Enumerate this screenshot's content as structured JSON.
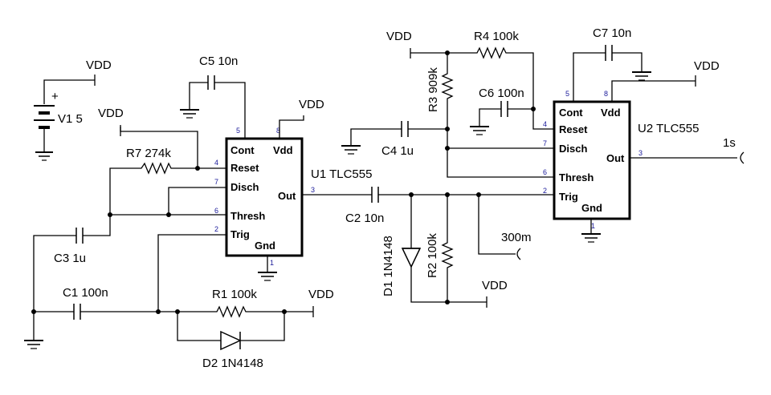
{
  "supply": {
    "vdd": "VDD",
    "vsrc": "V1 5"
  },
  "components": {
    "r1": "R1 100k",
    "r2": "R2 100k",
    "r3": "R3 909k",
    "r4": "R4 100k",
    "r7": "R7 274k",
    "c1": "C1 100n",
    "c2": "C2 10n",
    "c3": "C3 1u",
    "c4": "C4 1u",
    "c5": "C5 10n",
    "c6": "C6 100n",
    "c7": "C7 10n",
    "d1": "D1 1N4148",
    "d2": "D2 1N4148",
    "u1": "U1 TLC555",
    "u2": "U2 TLC555"
  },
  "chip_pins": {
    "cont": "Cont",
    "vdd": "Vdd",
    "reset": "Reset",
    "disch": "Disch",
    "thresh": "Thresh",
    "out": "Out",
    "trig": "Trig",
    "gnd": "Gnd"
  },
  "pin_numbers": {
    "p1": "1",
    "p2": "2",
    "p3": "3",
    "p4": "4",
    "p5": "5",
    "p6": "6",
    "p7": "7",
    "p8": "8"
  },
  "probes": {
    "mid": "300m",
    "out": "1s"
  },
  "polarity": "+"
}
